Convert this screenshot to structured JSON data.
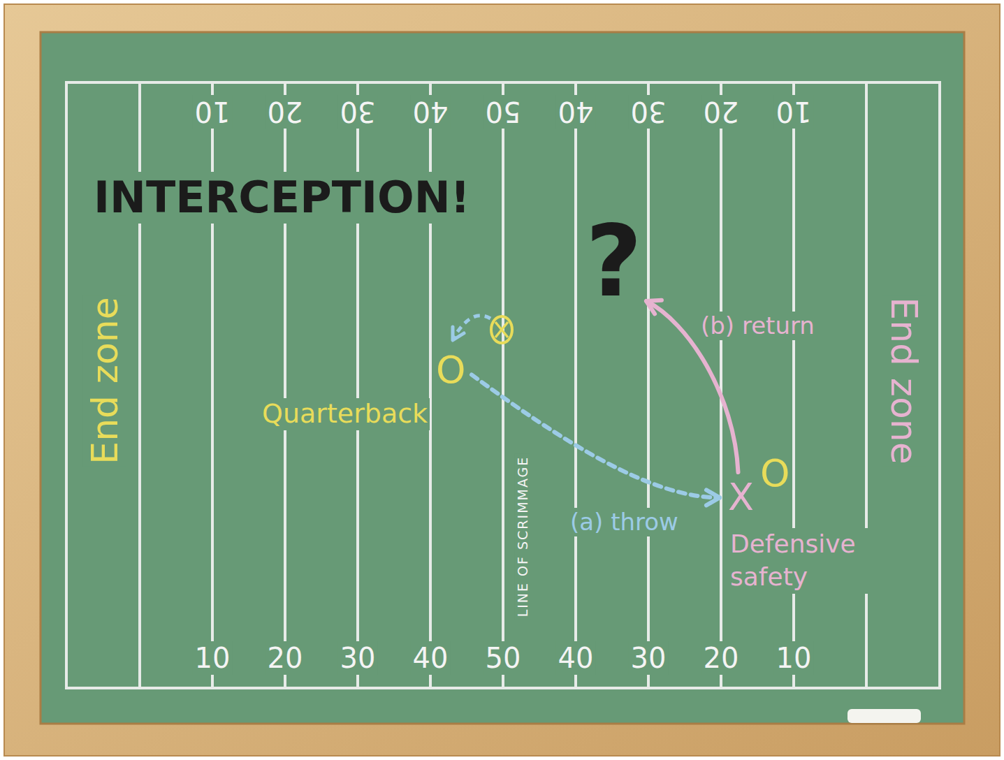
{
  "diagram": {
    "title": "INTERCEPTION!",
    "nodes": [
      {
        "text": [
          "O",
          "Quarterback"
        ]
      },
      {
        "text": [
          "X",
          "Defensive safety"
        ]
      },
      {
        "text": [
          "?"
        ]
      }
    ],
    "edges": [
      {
        "from": 0,
        "to": 1,
        "arrow": "to",
        "label": "(a) throw"
      },
      {
        "from": 1,
        "to": 2,
        "arrow": "to",
        "label": "(b) return"
      }
    ],
    "labels": [
      "10",
      "20",
      "30",
      "40",
      "50",
      "40",
      "30",
      "20",
      "10",
      "10",
      "20",
      "30",
      "40",
      "50",
      "40",
      "30",
      "20",
      "10",
      "End zone",
      "End zone",
      "LINE OF SCRIMMAGE",
      "O"
    ]
  }
}
